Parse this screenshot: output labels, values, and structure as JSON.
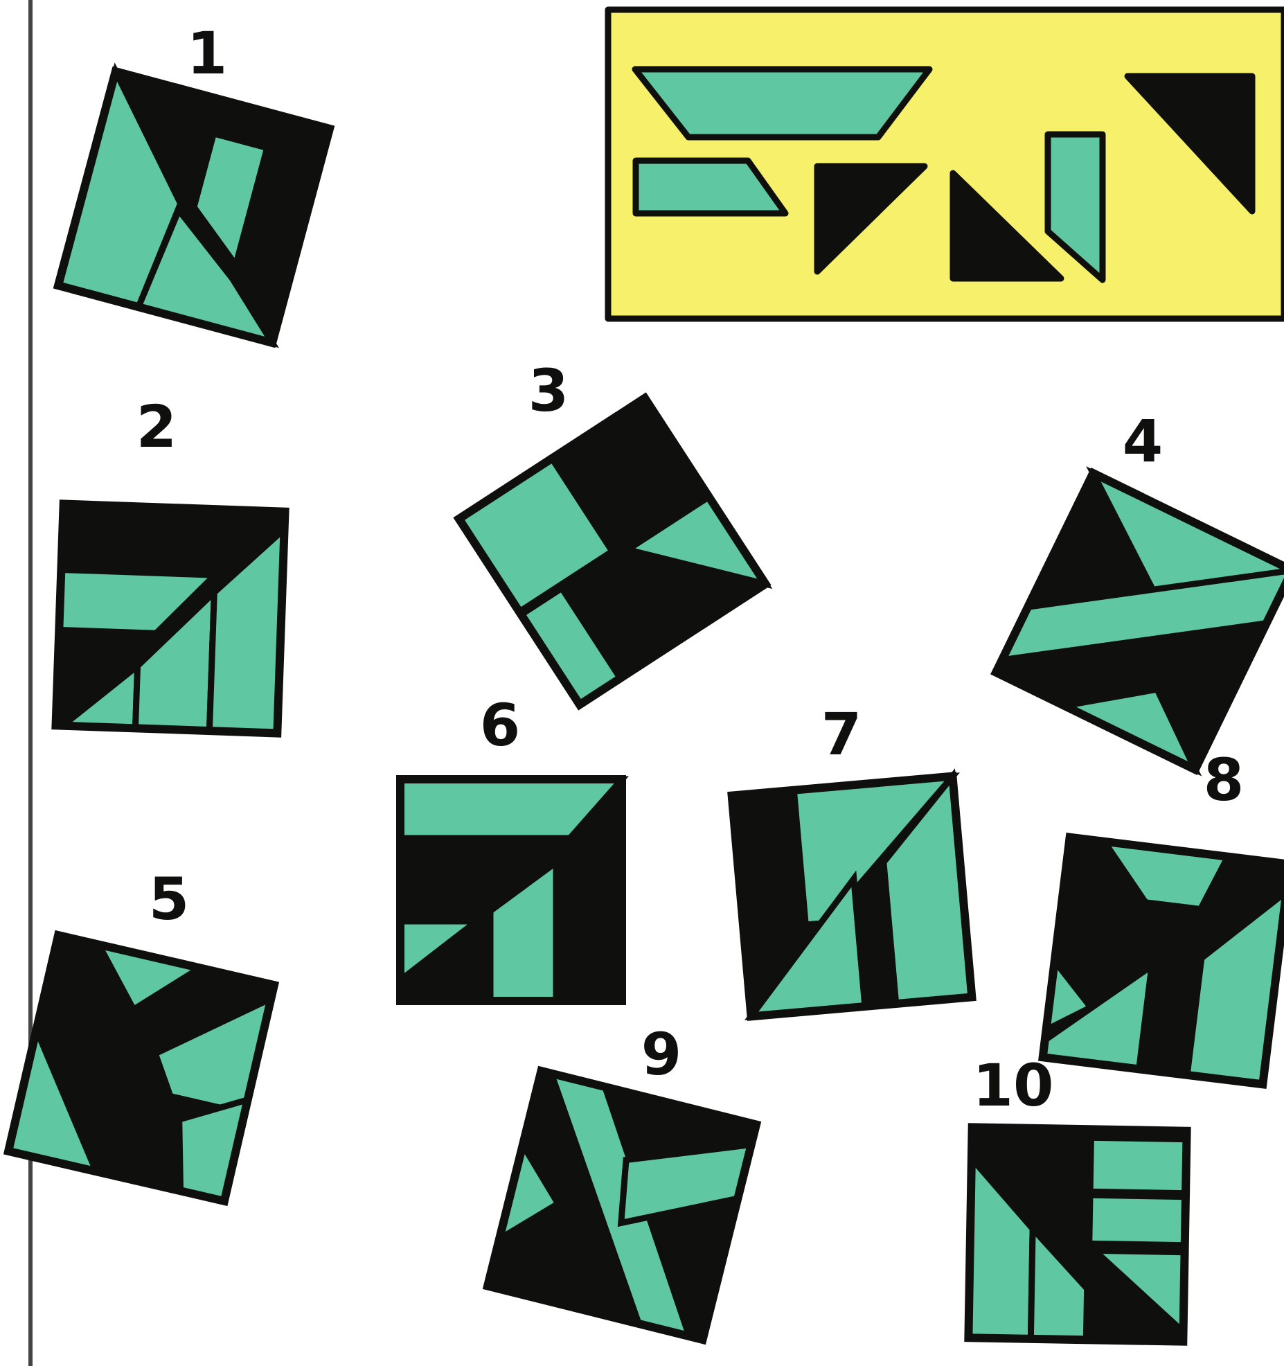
{
  "colors": {
    "background": "#ffffff",
    "teal": "#5fc8a3",
    "black": "#0f100e",
    "yellow": "#f6f06a",
    "margin_line": "#444444"
  },
  "puzzles": [
    {
      "number": "1"
    },
    {
      "number": "2"
    },
    {
      "number": "3"
    },
    {
      "number": "4"
    },
    {
      "number": "5"
    },
    {
      "number": "6"
    },
    {
      "number": "7"
    },
    {
      "number": "8"
    },
    {
      "number": "9"
    },
    {
      "number": "10"
    }
  ]
}
